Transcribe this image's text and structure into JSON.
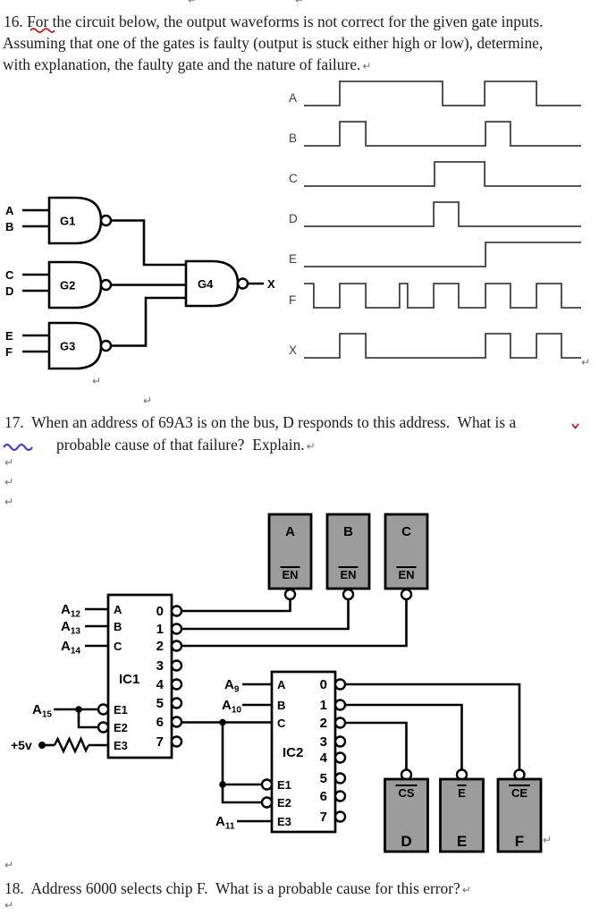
{
  "doc": {
    "q16_line1": "16. For the circuit below, the output waveforms is not correct for the given gate inputs.",
    "q16_line2": "Assuming that one of the gates is faulty (output is stuck either high or low), determine,",
    "q16_line3": "with explanation, the faulty gate and the nature of failure.",
    "q17_line1": "17.  When an address of 69A3 is on the bus, D responds to this address.  What is a",
    "q17_line2": "probable cause of that failure?  Explain.",
    "q18_line1": "18.  Address 6000 selects chip F.  What is a probable cause for this error?",
    "pilcrow": "↵"
  },
  "gate_circuit": {
    "gates": [
      {
        "name": "G1",
        "inputs": [
          "A",
          "B"
        ]
      },
      {
        "name": "G2",
        "inputs": [
          "C",
          "D"
        ]
      },
      {
        "name": "G3",
        "inputs": [
          "E",
          "F"
        ]
      }
    ],
    "output_gate": {
      "name": "G4"
    },
    "output_label": "X"
  },
  "chart_data": {
    "type": "timing_diagram",
    "x_range": [
      0,
      1
    ],
    "signals": [
      {
        "label": "A",
        "initial": 0,
        "toggle_times": [
          0.129,
          0.5,
          0.652,
          0.839
        ]
      },
      {
        "label": "B",
        "initial": 0,
        "toggle_times": [
          0.129,
          0.223,
          0.655,
          0.745
        ]
      },
      {
        "label": "C",
        "initial": 0,
        "toggle_times": [
          0.471,
          0.652
        ]
      },
      {
        "label": "D",
        "initial": 0,
        "toggle_times": [
          0.468,
          0.558
        ]
      },
      {
        "label": "E",
        "initial": 0,
        "toggle_times": [
          0.655
        ]
      },
      {
        "label": "F",
        "initial": 1,
        "toggle_times": [
          0.035,
          0.129,
          0.223,
          0.345,
          0.374,
          0.468,
          0.558,
          0.655,
          0.745,
          0.839,
          0.929
        ]
      },
      {
        "label": "X",
        "initial": 0,
        "toggle_times": [
          0.129,
          0.223,
          0.655,
          0.745,
          0.839,
          0.929
        ]
      }
    ]
  },
  "decoder_circuit": {
    "ic1": {
      "name": "IC1",
      "select_pins": [
        "A",
        "B",
        "C"
      ],
      "enable_pins": [
        "E1",
        "E2",
        "E3"
      ],
      "output_pins": [
        "0",
        "1",
        "2",
        "3",
        "4",
        "5",
        "6",
        "7"
      ],
      "address_lines": [
        {
          "base": "A",
          "sub": "12"
        },
        {
          "base": "A",
          "sub": "13"
        },
        {
          "base": "A",
          "sub": "14"
        }
      ],
      "enable_line": {
        "base": "A",
        "sub": "15"
      },
      "power_label": "+5v"
    },
    "ic2": {
      "name": "IC2",
      "select_pins": [
        "A",
        "B",
        "C"
      ],
      "enable_pins": [
        "E1",
        "E2",
        "E3"
      ],
      "output_pins": [
        "0",
        "1",
        "2",
        "3",
        "4",
        "5",
        "6",
        "7"
      ],
      "address_lines": [
        {
          "base": "A",
          "sub": "9"
        },
        {
          "base": "A",
          "sub": "10"
        }
      ],
      "e3_line": {
        "base": "A",
        "sub": "11"
      }
    },
    "chips_top": [
      {
        "name": "A",
        "enable_label": "EN"
      },
      {
        "name": "B",
        "enable_label": "EN"
      },
      {
        "name": "C",
        "enable_label": "EN"
      }
    ],
    "chips_bottom": [
      {
        "name": "D",
        "enable_label": "CS"
      },
      {
        "name": "E",
        "enable_label": "E"
      },
      {
        "name": "F",
        "enable_label": "CE"
      }
    ]
  },
  "colors": {
    "page_bg": "#ffffff",
    "text": "#1b1b1b",
    "circuit_line": "#000000",
    "waveform_line": "#3f3f3f",
    "chip_fill": "#9c9c9c",
    "spellcheck_red": "#c00000",
    "grammar_blue": "#4343cc",
    "pilcrow_gray": "#6e6e6e"
  }
}
